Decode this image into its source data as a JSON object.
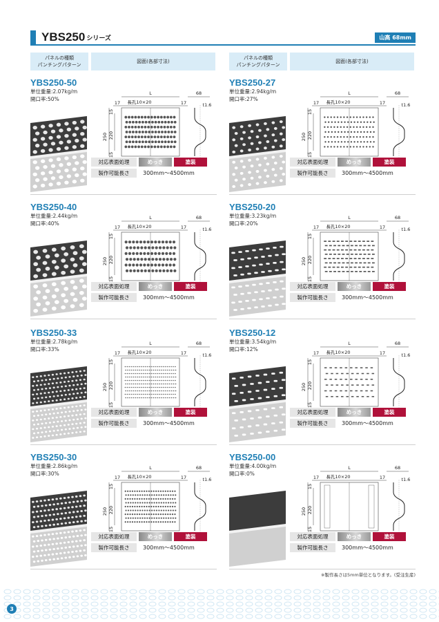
{
  "header": {
    "title": "YBS250",
    "subtitle": "シリーズ",
    "ridge_badge": "山高 68mm"
  },
  "column_headers": {
    "pattern": "パネルの種類\nパンチングパターン",
    "drawing": "図面(各部寸法)"
  },
  "common": {
    "treatment_label": "対応表面処理",
    "plating": "めっき",
    "painting": "塗装",
    "length_label": "製作可能長さ",
    "length_value": "300mm〜4500mm"
  },
  "drawing_labels": {
    "L": "L",
    "slot": "長孔10×20",
    "d17": "17",
    "d68": "68",
    "t16": "t1.6",
    "d250": "250",
    "d220": "220",
    "d15": "15"
  },
  "products": [
    {
      "name": "YBS250-50",
      "weight": "単位重量:2.07kg/m",
      "open_ratio": "開口率:50%",
      "pattern": "r50"
    },
    {
      "name": "YBS250-27",
      "weight": "単位重量:2.94kg/m",
      "open_ratio": "開口率:27%",
      "pattern": "r27"
    },
    {
      "name": "YBS250-40",
      "weight": "単位重量:2.44kg/m",
      "open_ratio": "開口率:40%",
      "pattern": "r40"
    },
    {
      "name": "YBS250-20",
      "weight": "単位重量:3.23kg/m",
      "open_ratio": "開口率:20%",
      "pattern": "r20"
    },
    {
      "name": "YBS250-33",
      "weight": "単位重量:2.78kg/m",
      "open_ratio": "開口率:33%",
      "pattern": "r33"
    },
    {
      "name": "YBS250-12",
      "weight": "単位重量:3.54kg/m",
      "open_ratio": "開口率:12%",
      "pattern": "r12"
    },
    {
      "name": "YBS250-30",
      "weight": "単位重量:2.86kg/m",
      "open_ratio": "開口率:30%",
      "pattern": "r30"
    },
    {
      "name": "YBS250-00",
      "weight": "単位重量:4.00kg/m",
      "open_ratio": "開口率:0%",
      "pattern": "r00"
    }
  ],
  "footnote": "※製作長さは5mm単位となります。(受注生産)",
  "page_number": "3",
  "colors": {
    "accent": "#1f7fb5",
    "paint": "#b0113a",
    "header_cell": "#d9ecf7"
  }
}
